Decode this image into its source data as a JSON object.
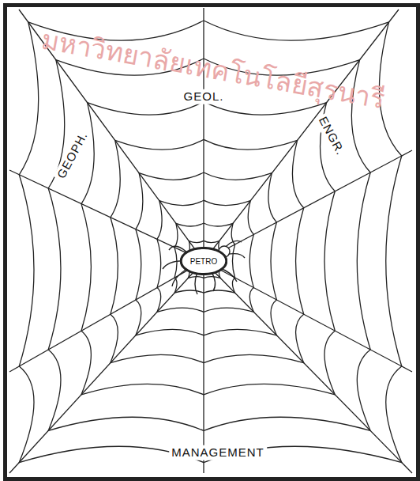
{
  "diagram": {
    "nodes": [
      {
        "text": [
          "PETRO"
        ]
      }
    ],
    "labels": [
      "GEOL.",
      "GEOPH.",
      "ENGR.",
      "MANAGEMENT",
      "มหาวิทยาลัยเทคโนโลยีสุรนารี"
    ]
  }
}
